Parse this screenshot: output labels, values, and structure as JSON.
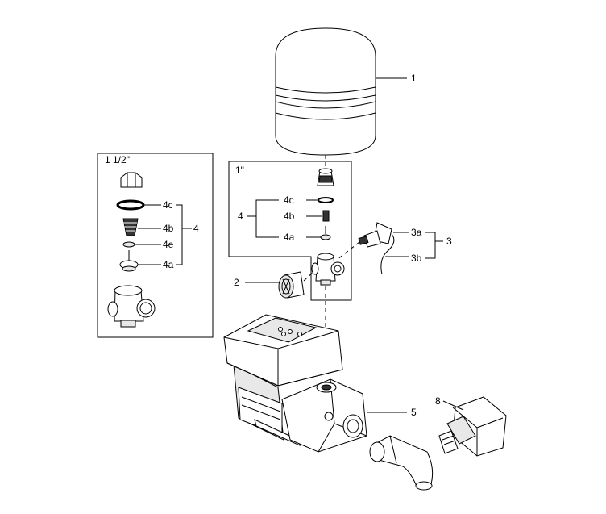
{
  "inset_left": {
    "size_label": "1 1/2\""
  },
  "inset_right": {
    "size_label": "1\""
  },
  "callouts": {
    "tank": "1",
    "filter": "2",
    "sensor_group": "3",
    "sensor_a": "3a",
    "sensor_b": "3b",
    "valve_kit_left": "4",
    "valve_kit_right": "4",
    "left_4c": "4c",
    "left_4b": "4b",
    "left_4e": "4e",
    "left_4a": "4a",
    "right_4c": "4c",
    "right_4b": "4b",
    "right_4a": "4a",
    "pump": "5",
    "elbow": "8"
  }
}
